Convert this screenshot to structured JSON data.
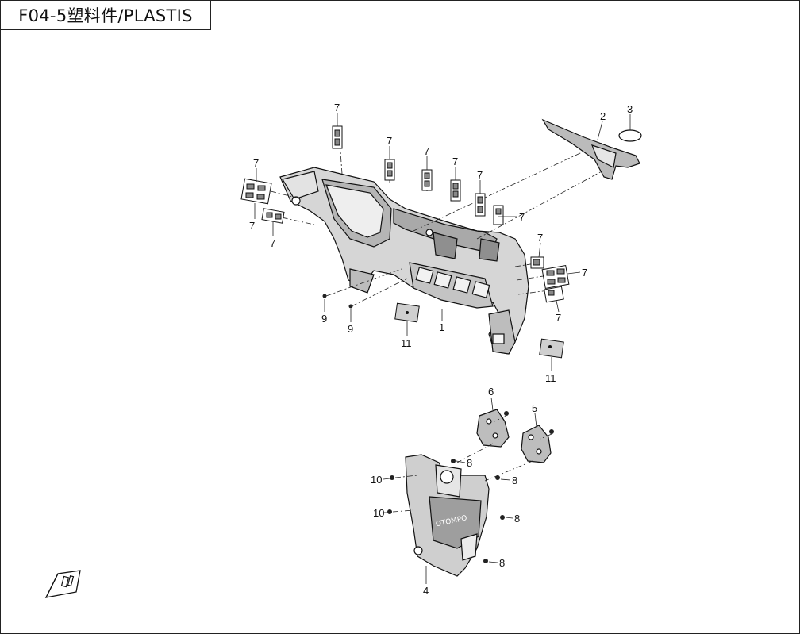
{
  "header": {
    "title": "F04-5塑料件/PLASTIS"
  },
  "callouts": {
    "c1": "1",
    "c2": "2",
    "c3": "3",
    "c4": "4",
    "c5": "5",
    "c6": "6",
    "c7a": "7",
    "c7b": "7",
    "c7c": "7",
    "c7d": "7",
    "c7e": "7",
    "c7f": "7",
    "c7g": "7",
    "c7h": "7",
    "c7i": "7",
    "c7j": "7",
    "c7k": "7",
    "c7l": "7",
    "c8a": "8",
    "c8b": "8",
    "c8c": "8",
    "c8d": "8",
    "c9a": "9",
    "c9b": "9",
    "c10a": "10",
    "c10b": "10",
    "c11a": "11",
    "c11b": "11"
  },
  "icons": {
    "orientation": "front-direction-arrow-icon"
  }
}
